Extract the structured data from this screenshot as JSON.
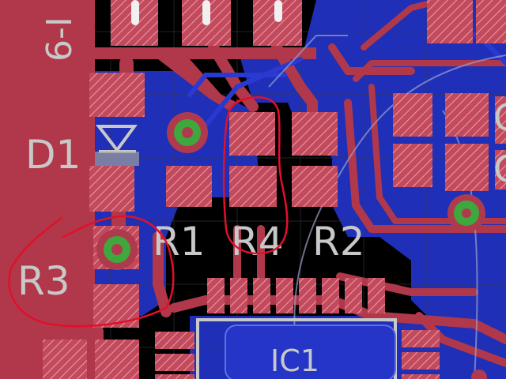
{
  "colors": {
    "background": "#000000",
    "bottom_copper": "#1f2fb8",
    "top_copper": "#b0384a",
    "pad": "#c24a5c",
    "via_ring": "#b03a4d",
    "via_core": "#3ea83e",
    "silkscreen": "#c8c8c8",
    "annotation": "#e0102a",
    "hatch": "#e8a0a8"
  },
  "labels": {
    "d1": "D1",
    "r1": "R1",
    "r4": "R4",
    "r2": "R2",
    "r3": "R3",
    "ic1": "IC1",
    "edge_top": "6-I",
    "edge_right_1": "C",
    "edge_right_2": "C"
  },
  "annotations": [
    {
      "name": "circle-around-r4",
      "color": "#e0102a"
    },
    {
      "name": "circle-around-r3",
      "color": "#e0102a"
    }
  ]
}
